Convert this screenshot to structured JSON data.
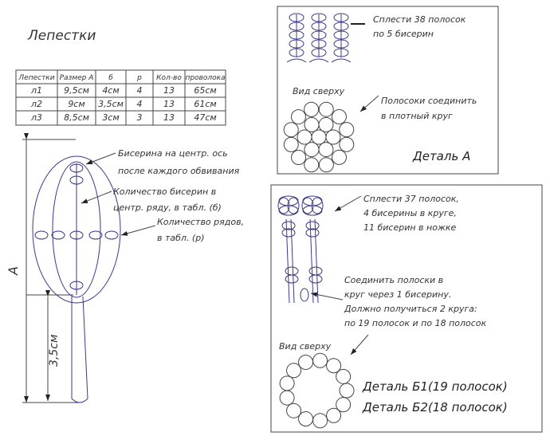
{
  "title": "Лепестки",
  "table": {
    "headers": [
      "Лепестки",
      "Размер А",
      "б",
      "р",
      "Кол-во",
      "проволока"
    ],
    "rows": [
      [
        "л1",
        "9,5см",
        "4см",
        "4",
        "13",
        "65см"
      ],
      [
        "л2",
        "9см",
        "3,5см",
        "4",
        "13",
        "61см"
      ],
      [
        "л3",
        "8,5см",
        "3см",
        "3",
        "13",
        "47см"
      ]
    ]
  },
  "petal": {
    "dim_a": "А",
    "dim_stem": "3,5см",
    "notes": [
      [
        "Бисерина на центр. ось",
        "после каждого обвивания"
      ],
      [
        "Количество бисерин в",
        "центр. ряду, в табл. (б)"
      ],
      [
        "Количество рядов,",
        "в табл. (р)"
      ]
    ]
  },
  "detail_a": {
    "note1": [
      "Сплести 38 полосок",
      "по 5 бисерин"
    ],
    "top_view": "Вид сверху",
    "note2": [
      "Полосоки соединить",
      "в плотный круг"
    ],
    "label": "Деталь А"
  },
  "detail_b": {
    "note1": [
      "Сплести 37 полосок,",
      "4 бисерины в круге,",
      "11 бисерин в ножке"
    ],
    "note2": [
      "Соединить полоски в",
      "круг через 1 бисерину.",
      "Должно получиться 2 круга:",
      "по 19 полосок и по 18 полосок"
    ],
    "top_view": "Вид сверху",
    "label1": "Деталь Б1(19 полосок)",
    "label2": "Деталь Б2(18 полосок)"
  }
}
